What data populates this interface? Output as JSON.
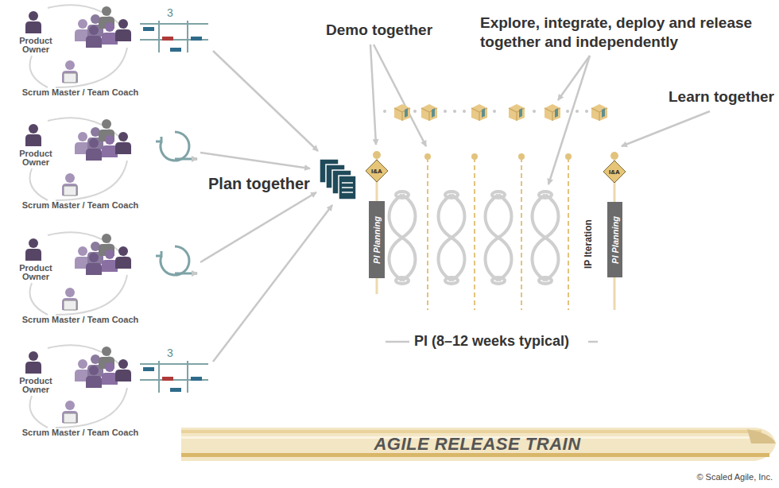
{
  "diagram": {
    "nodes": [
      {
        "text": [
          "I&A"
        ]
      },
      {
        "text": [
          "PI Planning"
        ]
      },
      {
        "text": [
          "I&A"
        ]
      },
      {
        "text": [
          "PI Planning"
        ]
      },
      {
        "text": [
          "AGILE RELEASE TRAIN"
        ]
      }
    ],
    "labels": [
      "Product Owner",
      "Scrum Master / Team Coach",
      "Product Owner",
      "Scrum Master / Team Coach",
      "Product Owner",
      "Scrum Master / Team Coach",
      "Product Owner",
      "Scrum Master / Team Coach",
      "3",
      "3",
      "Plan together",
      "Demo together",
      "Explore, integrate, deploy and release together and independently",
      "Learn together",
      "IP Iteration",
      "PI (8–12 weeks typical)",
      "© Scaled Agile, Inc."
    ]
  }
}
